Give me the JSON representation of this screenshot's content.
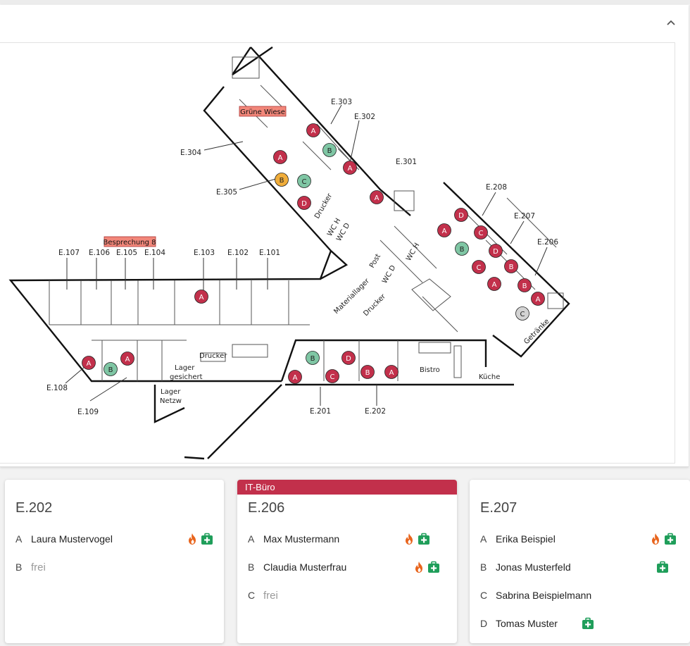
{
  "colors": {
    "red": "#c2304b",
    "green": "#7fc6a4",
    "orange": "#f0ad3a",
    "grey": "#d3d3d3",
    "fire": "#e8641c",
    "firstaid": "#1f9e5a",
    "badge": "#c2304b"
  },
  "map": {
    "room_labels": {
      "e303": "E.303",
      "e302": "E.302",
      "e301": "E.301",
      "e304": "E.304",
      "e305": "E.305",
      "e208": "E.208",
      "e207": "E.207",
      "e206": "E.206",
      "e107": "E.107",
      "e106": "E.106",
      "e105": "E.105",
      "e104": "E.104",
      "e103": "E.103",
      "e102": "E.102",
      "e101": "E.101",
      "e108": "E.108",
      "e109": "E.109",
      "e201": "E.201",
      "e202": "E.202"
    },
    "highlight_labels": {
      "gruene_wiese": "Grüne Wiese",
      "besprechung": "Besprechung 8"
    },
    "area_labels": {
      "drucker1": "Drucker",
      "wch": "WC H",
      "wcd": "WC D",
      "post": "Post",
      "wcd2": "WC D",
      "wch2": "WC H",
      "materiallager": "Materiallager",
      "drucker2": "Drucker",
      "drucker3": "Drucker",
      "lager_gesichert_1": "Lager",
      "lager_gesichert_2": "gesichert",
      "lager_netzw_1": "Lager",
      "lager_netzw_2": "Netzw",
      "bistro": "Bistro",
      "kueche": "Küche",
      "getraenke": "Getränke"
    }
  },
  "rooms": [
    {
      "title": "E.202",
      "badge": "",
      "seats": [
        {
          "letter": "A",
          "name": "Laura Mustervogel",
          "free": false,
          "fire": true,
          "aid": true
        },
        {
          "letter": "B",
          "name": "frei",
          "free": true,
          "fire": false,
          "aid": false
        }
      ]
    },
    {
      "title": "E.206",
      "badge": "IT-Büro",
      "seats": [
        {
          "letter": "A",
          "name": "Max Mustermann",
          "free": false,
          "fire": true,
          "aid": true
        },
        {
          "letter": "B",
          "name": "Claudia Musterfrau",
          "free": false,
          "fire": true,
          "aid": true
        },
        {
          "letter": "C",
          "name": "frei",
          "free": true,
          "fire": false,
          "aid": false
        }
      ]
    },
    {
      "title": "E.207",
      "badge": "",
      "seats": [
        {
          "letter": "A",
          "name": "Erika Beispiel",
          "free": false,
          "fire": true,
          "aid": true
        },
        {
          "letter": "B",
          "name": "Jonas Musterfeld",
          "free": false,
          "fire": false,
          "aid": true
        },
        {
          "letter": "C",
          "name": "Sabrina Beispielmann",
          "free": false,
          "fire": false,
          "aid": false
        },
        {
          "letter": "D",
          "name": "Tomas Muster",
          "free": false,
          "fire": false,
          "aid": true
        }
      ]
    }
  ]
}
